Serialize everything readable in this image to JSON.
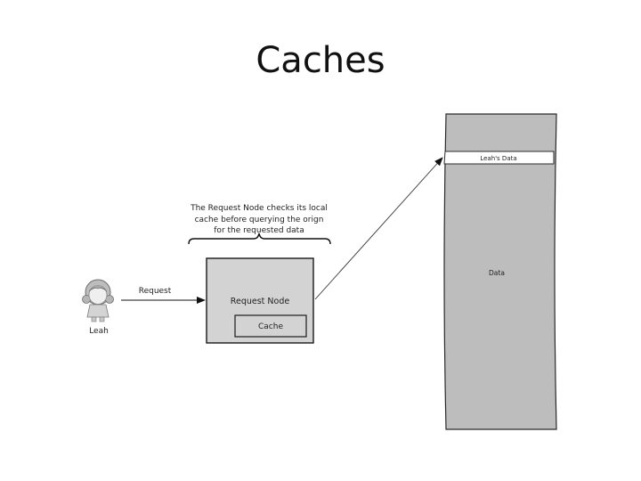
{
  "title": "Caches",
  "user": {
    "name": "Leah"
  },
  "request_arrow": {
    "label": "Request"
  },
  "annotation": {
    "lines": [
      "The Request Node checks its local",
      "cache before querying the orign",
      "for the requested data"
    ]
  },
  "request_node": {
    "label": "Request Node",
    "cache_label": "Cache"
  },
  "origin": {
    "data_label": "Data",
    "highlight_label": "Leah's Data"
  }
}
